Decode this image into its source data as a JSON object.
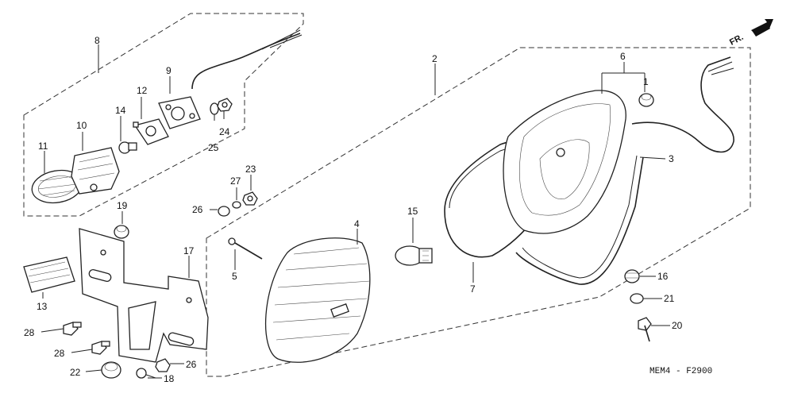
{
  "direction_marker": {
    "label": "FR."
  },
  "diagram_code": "MEM4 - F2900",
  "callouts": [
    {
      "id": "c8",
      "text": "8"
    },
    {
      "id": "c9",
      "text": "9"
    },
    {
      "id": "c10",
      "text": "10"
    },
    {
      "id": "c11",
      "text": "11"
    },
    {
      "id": "c12",
      "text": "12"
    },
    {
      "id": "c14",
      "text": "14"
    },
    {
      "id": "c24",
      "text": "24"
    },
    {
      "id": "c25",
      "text": "25"
    },
    {
      "id": "c2",
      "text": "2"
    },
    {
      "id": "c6",
      "text": "6"
    },
    {
      "id": "c1",
      "text": "1"
    },
    {
      "id": "c3",
      "text": "3"
    },
    {
      "id": "c4",
      "text": "4"
    },
    {
      "id": "c15",
      "text": "15"
    },
    {
      "id": "c7",
      "text": "7"
    },
    {
      "id": "c5",
      "text": "5"
    },
    {
      "id": "c23",
      "text": "23"
    },
    {
      "id": "c27",
      "text": "27"
    },
    {
      "id": "c26a",
      "text": "26"
    },
    {
      "id": "c19",
      "text": "19"
    },
    {
      "id": "c17",
      "text": "17"
    },
    {
      "id": "c13",
      "text": "13"
    },
    {
      "id": "c28a",
      "text": "28"
    },
    {
      "id": "c28b",
      "text": "28"
    },
    {
      "id": "c22",
      "text": "22"
    },
    {
      "id": "c18",
      "text": "18"
    },
    {
      "id": "c26b",
      "text": "26"
    },
    {
      "id": "c16",
      "text": "16"
    },
    {
      "id": "c21",
      "text": "21"
    },
    {
      "id": "c20",
      "text": "20"
    }
  ]
}
